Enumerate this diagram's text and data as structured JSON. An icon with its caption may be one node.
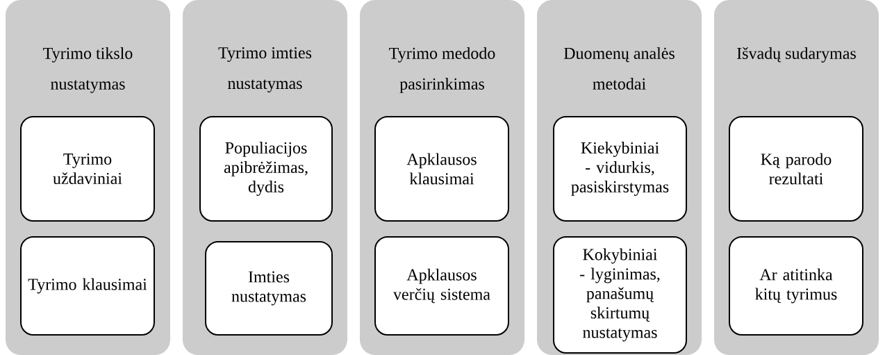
{
  "diagram": {
    "nodes": [
      {
        "text": [
          "Tyrimo tikslo nustatymas"
        ]
      },
      {
        "text": [
          "Tyrimo uždaviniai"
        ],
        "in": 0
      },
      {
        "text": [
          "Tyrimo klausimai"
        ],
        "in": 0
      },
      {
        "text": [
          "Tyrimo imties nustatymas"
        ]
      },
      {
        "text": [
          "Populiacijos apibrėžimas, dydis"
        ],
        "in": 3
      },
      {
        "text": [
          "Imties nustatymas"
        ],
        "in": 3
      },
      {
        "text": [
          "Tyrimo medodo pasirinkimas"
        ]
      },
      {
        "text": [
          "Apklausos klausimai"
        ],
        "in": 6
      },
      {
        "text": [
          "Apklausos verčių sistema"
        ],
        "in": 6
      },
      {
        "text": [
          "Duomenų analės metodai"
        ]
      },
      {
        "text": [
          "Kiekybiniai - vidurkis, pasiskirstymas"
        ],
        "in": 9
      },
      {
        "text": [
          "Kokybiniai - lyginimas, panašumų skirtumų nustatymas"
        ],
        "in": 9
      },
      {
        "text": [
          "Išvadų sudarymas"
        ]
      },
      {
        "text": [
          "Ką parodo rezultati"
        ],
        "in": 12
      },
      {
        "text": [
          "Ar atitinka kitų tyrimus"
        ],
        "in": 12
      }
    ]
  }
}
